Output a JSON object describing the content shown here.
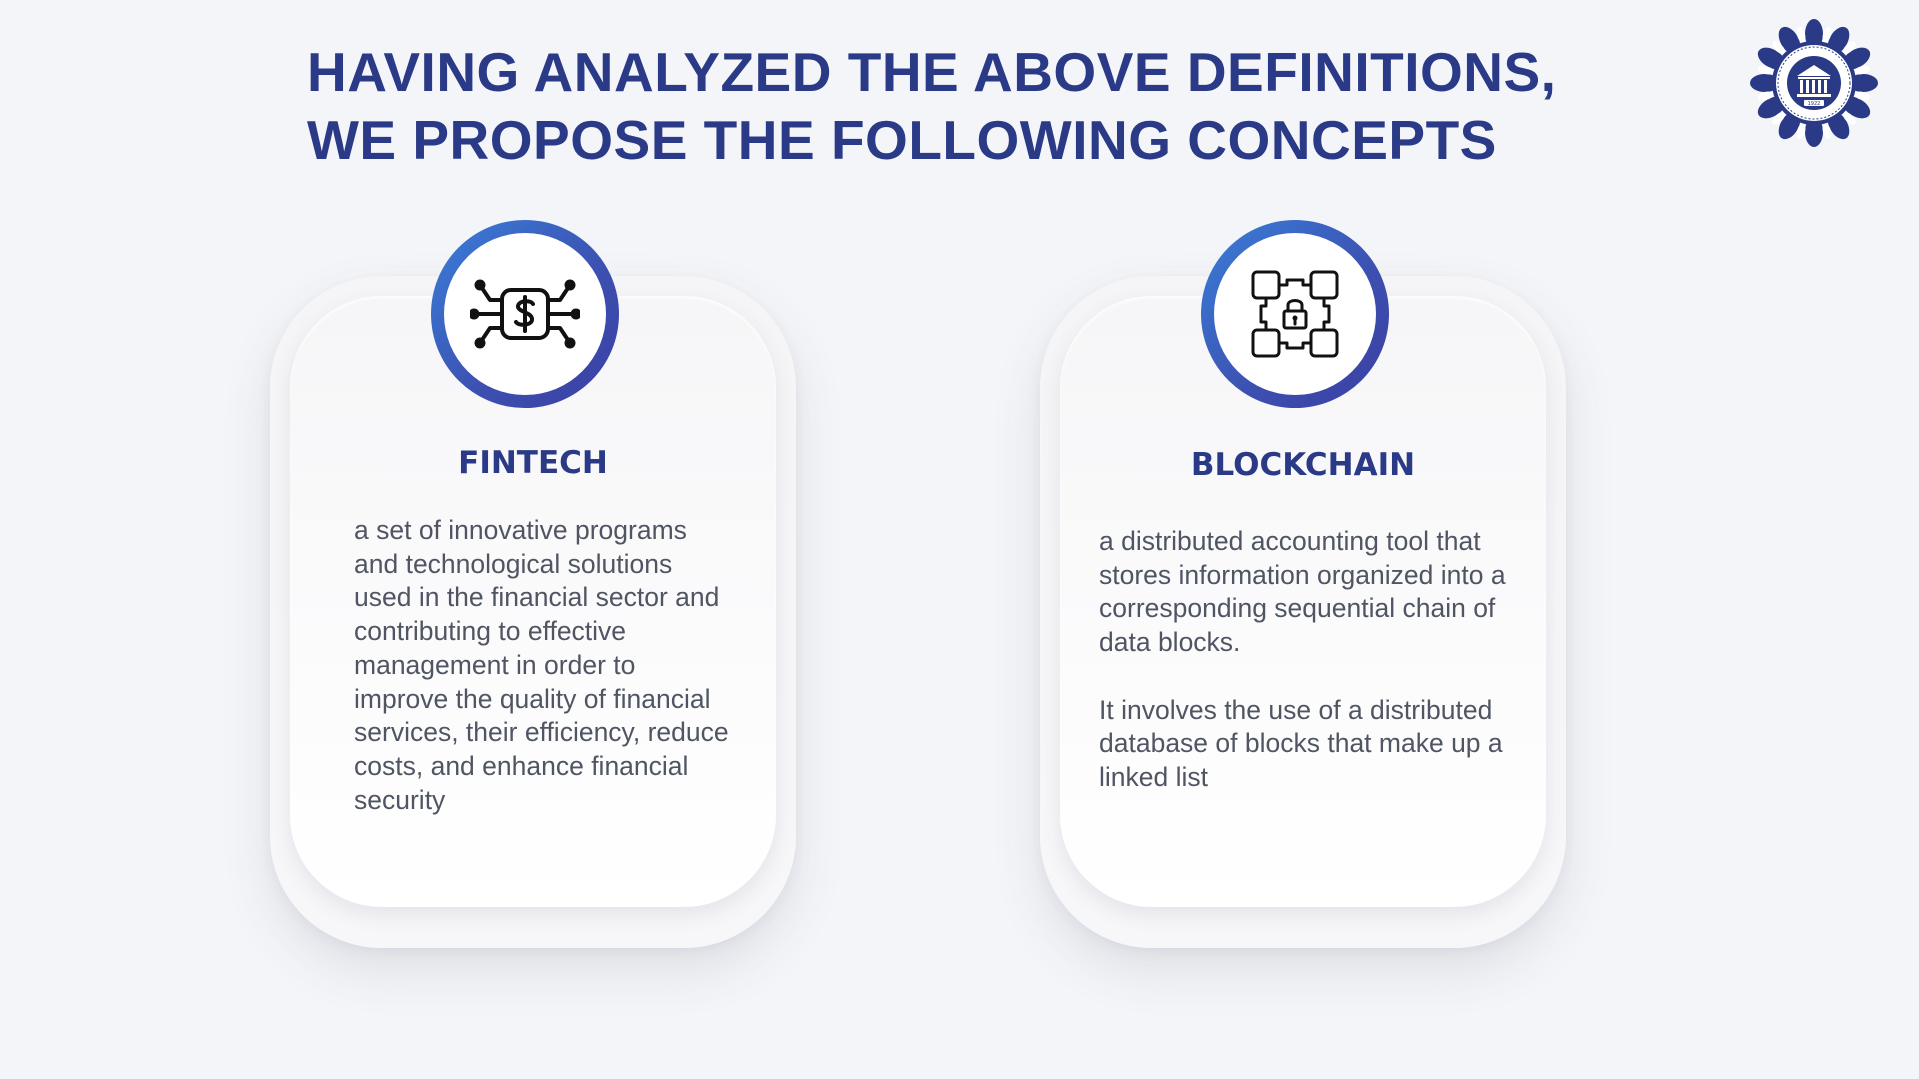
{
  "slide": {
    "title_line1": "HAVING ANALYZED THE ABOVE DEFINITIONS,",
    "title_line2": "WE PROPOSE THE FOLLOWING CONCEPTS"
  },
  "logo": {
    "name": "university-seal-logo",
    "year": "1922"
  },
  "cards": [
    {
      "icon": "fintech-chip-dollar-icon",
      "heading": "FINTECH",
      "paragraphs": [
        "a set of innovative programs and technological solutions used in the financial sector and contributing to effective management in order to improve the quality of financial services, their efficiency, reduce costs, and enhance financial security"
      ]
    },
    {
      "icon": "blockchain-lock-icon",
      "heading": "BLOCKCHAIN",
      "paragraphs": [
        "a distributed accounting tool that stores information organized into a corresponding sequential chain of data blocks.",
        "It involves the use of a distributed database of blocks that make up a linked list"
      ]
    }
  ],
  "colors": {
    "title": "#2a3a86",
    "body_text": "#505563",
    "ring_start": "#3a7fd9",
    "ring_end": "#3a3fa2",
    "background": "#f4f5f8"
  }
}
